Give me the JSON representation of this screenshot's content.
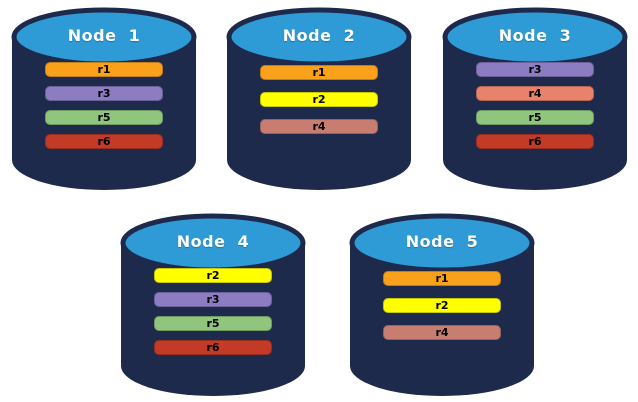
{
  "theme": {
    "background": "#FFFFFF",
    "cylinder_body_color": "#1E2A4B",
    "cylinder_top_color": "#2E9BD6",
    "node_label_color": "#FFFFFF",
    "bar_text_color": "#000000"
  },
  "replica_palette": {
    "r1": "#F9A11B",
    "r2": "#FFFF00",
    "r3": "#8C7CC2",
    "r4_muted": "#C77E71",
    "r4_bright": "#E8826B",
    "r5": "#90C57E",
    "r6": "#C33B26"
  },
  "nodes": [
    {
      "label": "Node  1",
      "bars": [
        {
          "label": "r1",
          "color": "#F9A11B"
        },
        {
          "label": "r3",
          "color": "#8C7CC2"
        },
        {
          "label": "r5",
          "color": "#90C57E"
        },
        {
          "label": "r6",
          "color": "#C33B26"
        }
      ]
    },
    {
      "label": "Node  2",
      "bars": [
        {
          "label": "r1",
          "color": "#F9A11B"
        },
        {
          "label": "r2",
          "color": "#FFFF00"
        },
        {
          "label": "r4",
          "color": "#C77E71"
        }
      ]
    },
    {
      "label": "Node  3",
      "bars": [
        {
          "label": "r3",
          "color": "#8C7CC2"
        },
        {
          "label": "r4",
          "color": "#E8826B"
        },
        {
          "label": "r5",
          "color": "#90C57E"
        },
        {
          "label": "r6",
          "color": "#C33B26"
        }
      ]
    },
    {
      "label": "Node  4",
      "bars": [
        {
          "label": "r2",
          "color": "#FFFF00"
        },
        {
          "label": "r3",
          "color": "#8C7CC2"
        },
        {
          "label": "r5",
          "color": "#90C57E"
        },
        {
          "label": "r6",
          "color": "#C33B26"
        }
      ]
    },
    {
      "label": "Node  5",
      "bars": [
        {
          "label": "r1",
          "color": "#F9A11B"
        },
        {
          "label": "r2",
          "color": "#FFFF00"
        },
        {
          "label": "r4",
          "color": "#C77E71"
        }
      ]
    }
  ]
}
